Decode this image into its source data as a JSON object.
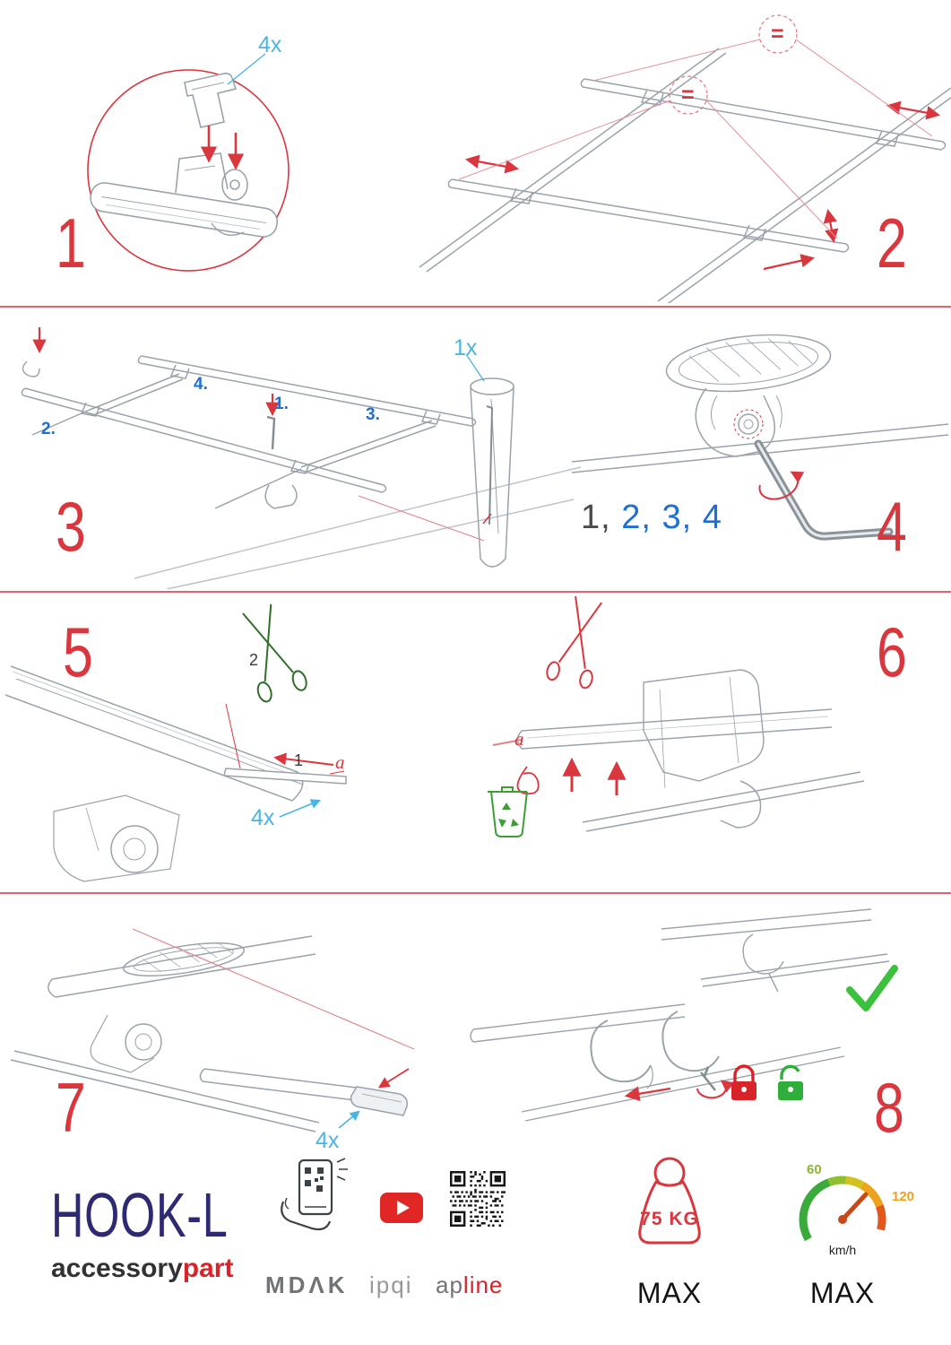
{
  "colors": {
    "accent_red": "#d9363e",
    "label_blue": "#49b5e2",
    "number_blue": "#1f6fd0",
    "drawing_gray": "#9aa2ab",
    "check_green": "#3cc13c",
    "scissors_green": "#2f6f2a",
    "brand_navy": "#2e2a72",
    "brand_red": "#d8232a"
  },
  "steps": {
    "s1": {
      "number": "1",
      "qty": "4x"
    },
    "s2": {
      "number": "2",
      "equal_top": "=",
      "equal_mid": "="
    },
    "s3": {
      "number": "3",
      "qty": "1x",
      "label_1": "1.",
      "label_2": "2.",
      "label_3": "3.",
      "label_4": "4."
    },
    "s4": {
      "number": "4",
      "seq_first": "1,",
      "seq_rest": "2, 3, 4"
    },
    "s5": {
      "number": "5",
      "qty": "4x",
      "callout_1": "1",
      "callout_2": "2",
      "callout_a": "a"
    },
    "s6": {
      "number": "6",
      "callout_a": "a"
    },
    "s7": {
      "number": "7",
      "qty": "4x"
    },
    "s8": {
      "number": "8"
    }
  },
  "footer": {
    "product_name": "HOOK-L",
    "brand_prefix": "accessory",
    "brand_suffix": "part",
    "logo_mdak": "MDΛK",
    "logo_ipqi": "ipqi",
    "logo_apline_prefix": "ap",
    "logo_apline_suffix": "line",
    "weight_value": "75 KG",
    "weight_max_label": "MAX",
    "speed_min": "60",
    "speed_max_value": "120",
    "speed_unit": "km/h",
    "speed_max_label": "MAX"
  }
}
